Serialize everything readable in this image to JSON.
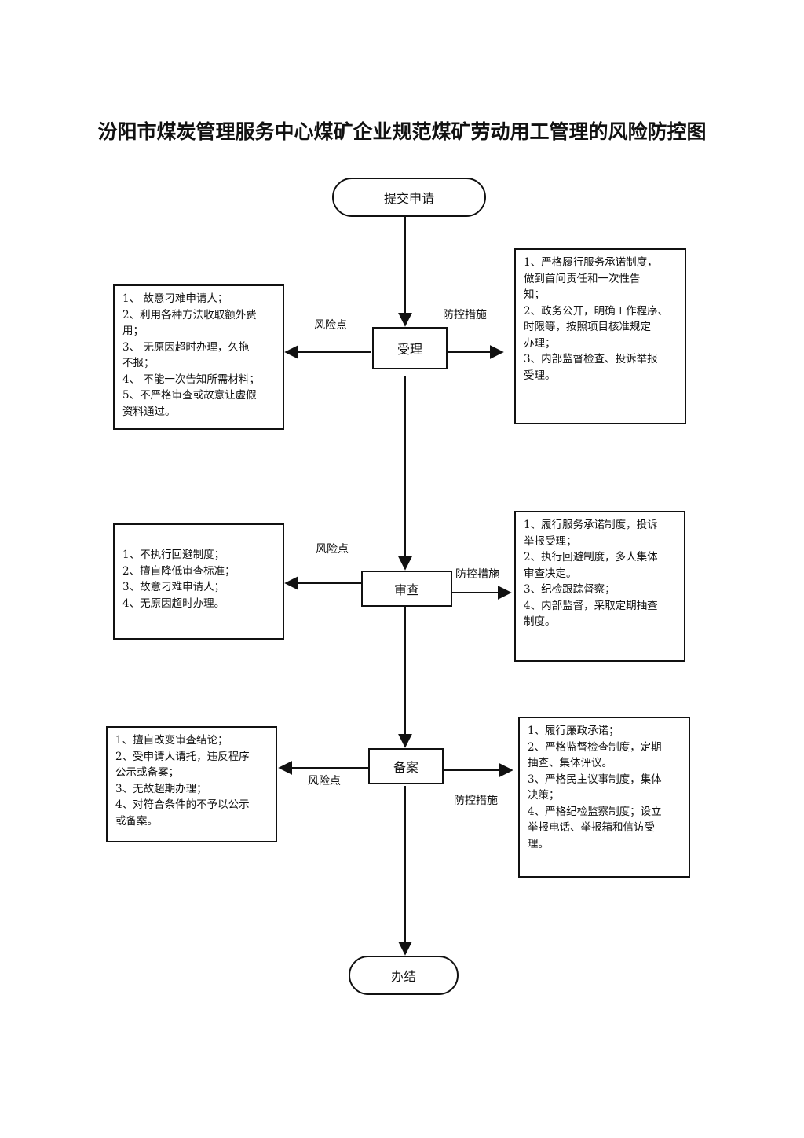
{
  "title": "汾阳市煤炭管理服务中心煤矿企业规范煤矿劳动用工管理的风险防控图",
  "nodes": {
    "start": "提交申请",
    "accept": "受理",
    "review": "审查",
    "file": "备案",
    "end": "办结"
  },
  "labels": {
    "risk": "风险点",
    "control": "防控措施"
  },
  "stages": {
    "accept": {
      "risks": [
        "1、  故意刁难申请人；",
        "2、利用各种方法收取额外费",
        "用；",
        "3、  无原因超时办理，久拖",
        "不报；",
        "4、 不能一次告知所需材料；",
        "5、不严格审查或故意让虚假",
        "资料通过。"
      ],
      "controls": [
        "1、严格履行服务承诺制度，",
        "做到首问责任和一次性告",
        "知；",
        "2、政务公开，明确工作程序、",
        "时限等，按照项目核准规定",
        "办理；",
        "3、内部监督检查、投诉举报",
        "受理。"
      ]
    },
    "review": {
      "risks": [
        "1、不执行回避制度；",
        "2、擅自降低审查标准；",
        "3、故意刁难申请人；",
        "4、无原因超时办理。"
      ],
      "controls": [
        "1、履行服务承诺制度，投诉",
        "举报受理；",
        "2、执行回避制度，多人集体",
        "审查决定。",
        "3、纪检跟踪督察；",
        "4、内部监督，采取定期抽查",
        "制度。"
      ]
    },
    "file": {
      "risks": [
        "1、擅自改变审查结论；",
        "2、受申请人请托，违反程序",
        "公示或备案；",
        "3、无故超期办理；",
        "4、对符合条件的不予以公示",
        "或备案。"
      ],
      "controls": [
        "1、履行廉政承诺；",
        "2、严格监督检查制度，定期",
        "抽查、集体评议。",
        "3、严格民主议事制度，集体",
        "决策；",
        "4、严格纪检监察制度；设立",
        "举报电话、举报箱和信访受",
        "理。"
      ]
    }
  }
}
